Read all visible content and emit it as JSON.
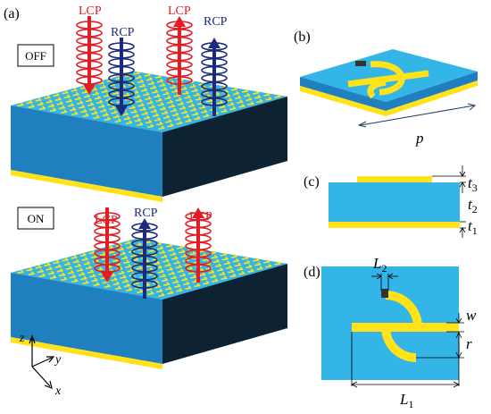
{
  "panels": {
    "a": {
      "label": "(a)",
      "off_state": "OFF",
      "on_state": "ON",
      "off_beams": [
        "LCP",
        "RCP",
        "LCP",
        "RCP"
      ],
      "on_beams": [
        "LCP",
        "RCP",
        "LCP"
      ]
    },
    "b": {
      "label": "(b)",
      "period": "p"
    },
    "c": {
      "label": "(c)",
      "t3": "t3",
      "t2": "t2",
      "t1": "t1"
    },
    "d": {
      "label": "(d)",
      "L2": "L2",
      "w": "w",
      "r": "r",
      "L1": "L1"
    }
  },
  "axes": {
    "z": "z",
    "y": "y",
    "x": "x"
  },
  "colors": {
    "substrate_top": "#33b5e8",
    "substrate_side": "#1f7fbf",
    "substrate_dark": "#0d2233",
    "gold": "#ffe21a",
    "lcp": "#e31b23",
    "rcp": "#1b2a7a"
  }
}
